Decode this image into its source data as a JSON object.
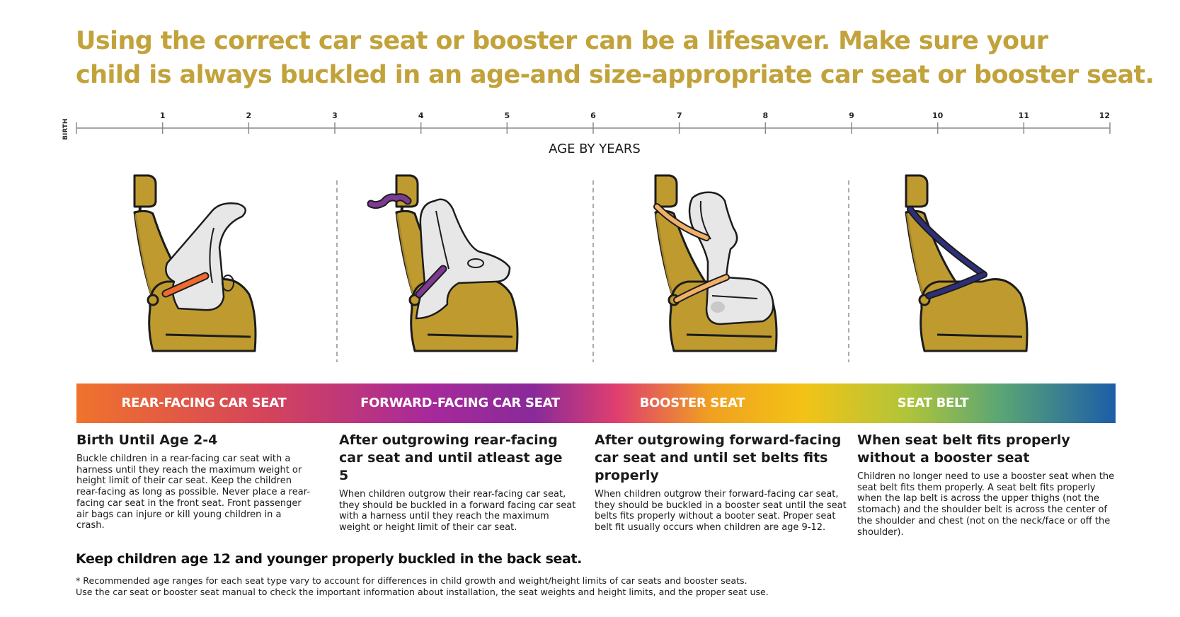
{
  "headline": {
    "line1": "Using the correct car seat or booster can be a lifesaver. Make sure your",
    "line2": "child is always buckled in an age-and size-appropriate car seat or booster seat."
  },
  "axis": {
    "birth_label": "BIRTH",
    "ticks": [
      "1",
      "2",
      "3",
      "4",
      "5",
      "6",
      "7",
      "8",
      "9",
      "10",
      "11",
      "12"
    ],
    "title": "AGE BY YEARS"
  },
  "colors": {
    "headline": "#c2a23a",
    "seat_fill": "#bf9b2f",
    "booster_fill": "#e7e7e7",
    "outline": "#1c1c1c",
    "rear_harness": "#ee6a2e",
    "forward_harness": "#7d3a93",
    "booster_belt": "#efb06a",
    "seat_belt": "#2d2f7a"
  },
  "icons": [
    "rear-facing-seat-icon",
    "forward-facing-seat-icon",
    "booster-seat-icon",
    "seat-belt-icon"
  ],
  "stages": [
    {
      "label": "REAR-FACING CAR SEAT",
      "title": "Birth Until Age 2-4",
      "body": "Buckle children in a rear-facing car seat with a harness until they reach the maximum weight or height limit of their car seat. Keep the children rear-facing as long as possible. Never place a rear-facing car seat in the front seat. Front passenger air bags can injure or kill young children in a crash."
    },
    {
      "label": "FORWARD-FACING CAR SEAT",
      "title": "After outgrowing rear-facing car seat and until atleast age 5",
      "body": "When children outgrow their rear-facing car seat, they should be buckled in a forward facing car seat with a harness until they reach the maximum weight or height limit of their car seat."
    },
    {
      "label": "BOOSTER SEAT",
      "title": "After outgrowing forward-facing car seat and until set belts fits properly",
      "body": "When children outgrow their forward-facing car seat, they should be buckled in a booster seat until the seat belts fits properly without a booter seat. Proper seat belt fit usually occurs when children are age 9-12."
    },
    {
      "label": "SEAT BELT",
      "title": "When seat belt fits properly without a booster seat",
      "body": "Children no longer  need to use a booster seat when the seat belt fits them properly. A seat belt fits properly when the lap belt is across the upper thighs (not the stomach) and the shoulder belt is across the center of the shoulder and chest (not on the neck/face or off the shoulder)."
    }
  ],
  "reminder": "Keep children age 12 and younger properly buckled in the back seat.",
  "footnote": {
    "line1": "* Recommended age ranges for each seat type vary to account for differences in child growth and weight/height limits of car seats and booster seats.",
    "line2": "Use the car seat or booster seat manual to check the important information about installation, the seat weights and height limits, and the proper seat use."
  }
}
